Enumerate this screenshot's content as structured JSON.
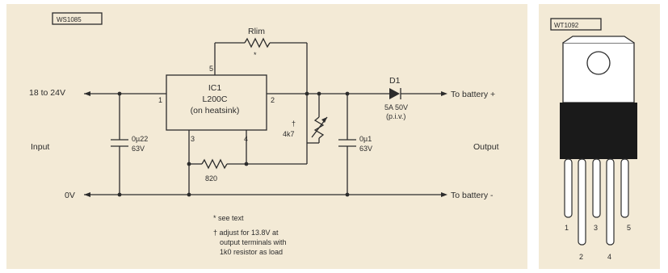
{
  "schematic": {
    "figure_id": "WS1085",
    "input_voltage_label": "18 to 24V",
    "ground_label": "0V",
    "input_label": "Input",
    "output_label": "Output",
    "ic": {
      "ref": "IC1",
      "part": "L200C",
      "note": "(on heatsink)",
      "pins": {
        "in": "1",
        "out": "2",
        "gnd": "3",
        "sense": "4",
        "limit": "5"
      }
    },
    "rlim_label": "Rlim",
    "rlim_mark": "*",
    "r820_label": "820",
    "pot_label": "4k7",
    "pot_mark": "†",
    "c_in": {
      "value": "0µ22",
      "voltage": "63V"
    },
    "c_out": {
      "value": "0µ1",
      "voltage": "63V"
    },
    "diode": {
      "ref": "D1",
      "rating": "5A 50V",
      "piv": "(p.i.v.)"
    },
    "to_battery_pos": "To battery +",
    "to_battery_neg": "To battery -",
    "footnote_star": "* see text",
    "footnote_dagger_line1": "† adjust for 13.8V at",
    "footnote_dagger_line2": "output terminals with",
    "footnote_dagger_line3": "1k0 resistor as load"
  },
  "package": {
    "figure_id": "WT1092",
    "pins": [
      "1",
      "2",
      "3",
      "4",
      "5"
    ]
  },
  "colors": {
    "panel_background": "#f3ead6",
    "ink": "#2c2c2c",
    "package_body": "#1a1a1a"
  }
}
